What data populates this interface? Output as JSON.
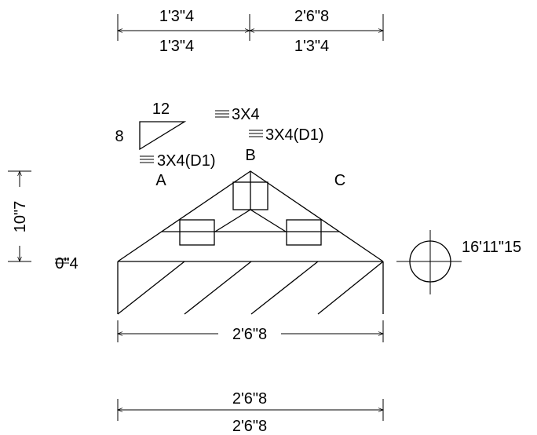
{
  "top_dims": {
    "left_top": "1'3\"4",
    "left_bottom": "1'3\"4",
    "right_top": "2'6\"8",
    "right_bottom": "1'3\"4"
  },
  "pitch": {
    "run": "12",
    "rise": "8"
  },
  "plates": {
    "top_left": "3X4(D1)",
    "top_center": "3X4",
    "top_right": "3X4(D1)"
  },
  "joints": {
    "a": "A",
    "b": "B",
    "c": "C"
  },
  "height_dim": "10\"7",
  "overhang_label": "0\"4",
  "bearing_label": "16'11\"15",
  "span_inner": "2'6\"8",
  "bottom_dims": {
    "top": "2'6\"8",
    "bottom": "2'6\"8"
  }
}
